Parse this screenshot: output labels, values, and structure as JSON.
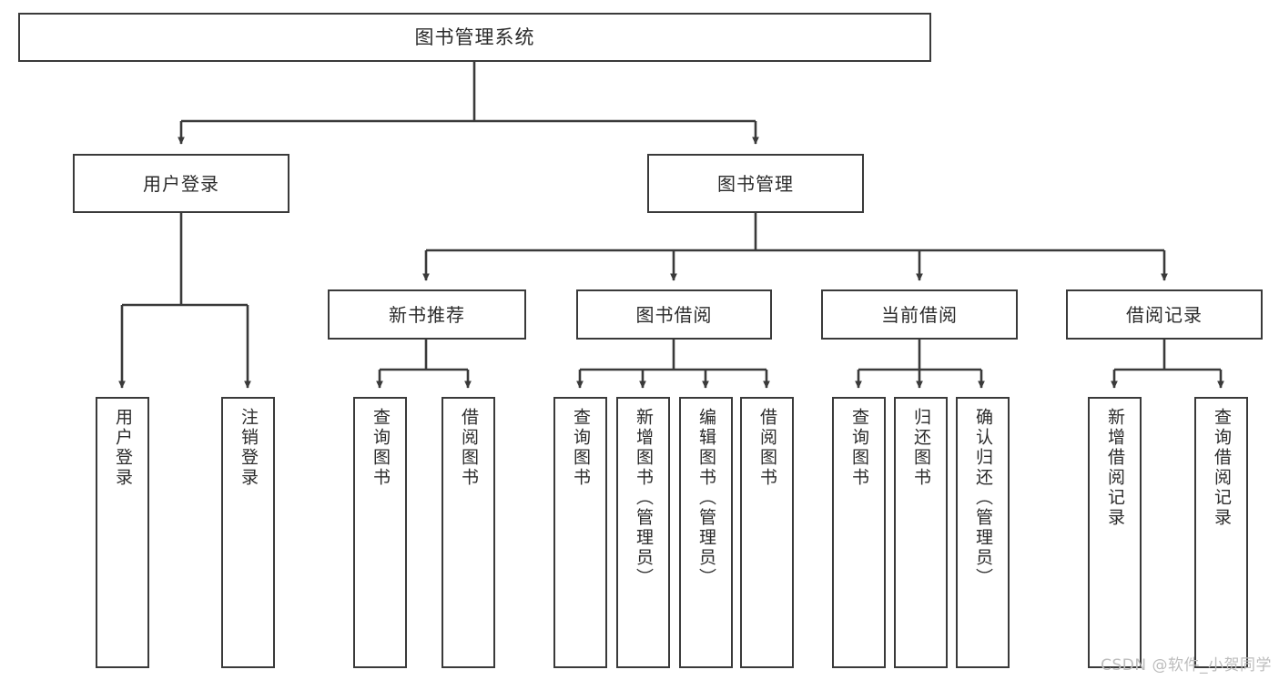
{
  "diagram": {
    "title": "图书管理系统",
    "type": "tree",
    "stroke_color": "#3a3a3a",
    "text_color": "#2b2b2b",
    "background_color": "#ffffff",
    "watermark": "CSDN @软件_小贺同学"
  },
  "nodes": {
    "root": {
      "label": "图书管理系统"
    },
    "level1": [
      {
        "id": "user_login",
        "label": "用户登录"
      },
      {
        "id": "book_manage",
        "label": "图书管理"
      }
    ],
    "level2": [
      {
        "id": "new_book_rec",
        "label": "新书推荐"
      },
      {
        "id": "book_borrow",
        "label": "图书借阅"
      },
      {
        "id": "current_borrow",
        "label": "当前借阅"
      },
      {
        "id": "borrow_record",
        "label": "借阅记录"
      }
    ],
    "leaves": {
      "user_login": [
        {
          "id": "leaf_user_login",
          "label": "用户登录"
        },
        {
          "id": "leaf_logout",
          "label": "注销登录"
        }
      ],
      "new_book_rec": [
        {
          "id": "leaf_query_book_1",
          "label": "查询图书"
        },
        {
          "id": "leaf_borrow_book_1",
          "label": "借阅图书"
        }
      ],
      "book_borrow": [
        {
          "id": "leaf_query_book_2",
          "label": "查询图书"
        },
        {
          "id": "leaf_add_book",
          "label": "新增图书（管理员）"
        },
        {
          "id": "leaf_edit_book",
          "label": "编辑图书（管理员）"
        },
        {
          "id": "leaf_borrow_book_2",
          "label": "借阅图书"
        }
      ],
      "current_borrow": [
        {
          "id": "leaf_query_book_3",
          "label": "查询图书"
        },
        {
          "id": "leaf_return_book",
          "label": "归还图书"
        },
        {
          "id": "leaf_confirm_return",
          "label": "确认归还（管理员）"
        }
      ],
      "borrow_record": [
        {
          "id": "leaf_add_record",
          "label": "新增借阅记录"
        },
        {
          "id": "leaf_query_record",
          "label": "查询借阅记录"
        }
      ]
    }
  }
}
